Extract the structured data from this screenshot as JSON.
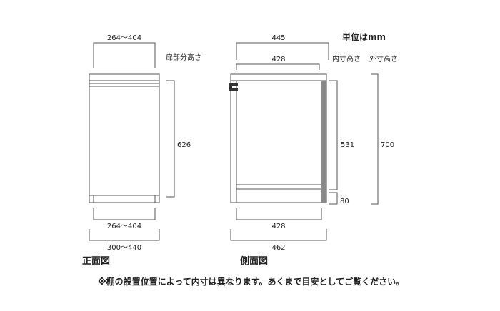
{
  "front": {
    "top_width": "264～404",
    "door_label": "扉部分高さ",
    "door_height": "626",
    "inner_width": "264～404",
    "outer_width": "300～440",
    "title": "正面図"
  },
  "side": {
    "unit": "単位はmm",
    "top_depth": "445",
    "inner_depth_top": "428",
    "inner_height_label": "内寸高さ",
    "outer_height_label": "外寸高さ",
    "inner_height": "531",
    "outer_height": "700",
    "plinth_height": "80",
    "inner_depth_bottom": "428",
    "outer_depth": "462",
    "title": "側面図"
  },
  "note": "※棚の設置位置によって内寸は異なります。あくまで目安としてご覧ください。",
  "colors": {
    "line": "#555555",
    "back_panel": "#8a8a8a",
    "text": "#222222"
  }
}
